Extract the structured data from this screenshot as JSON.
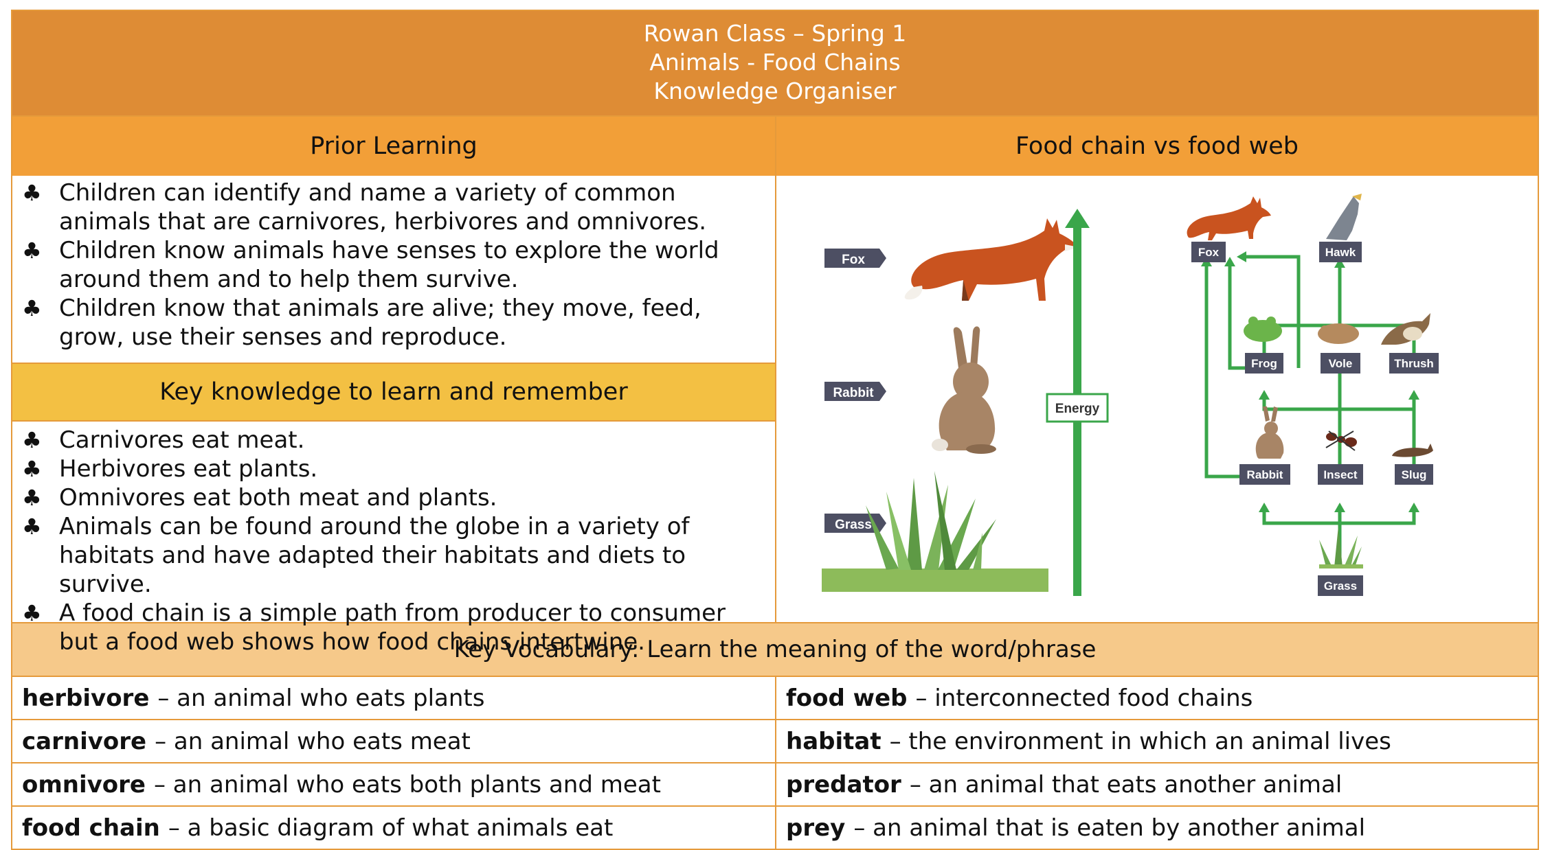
{
  "header": {
    "line1": "Rowan Class – Spring 1",
    "line2": "Animals - Food Chains",
    "line3": "Knowledge Organiser"
  },
  "prior": {
    "title": "Prior Learning",
    "items": [
      " Children can identify and name a variety of common animals that are carnivores, herbivores and omnivores.",
      "Children know animals have senses to explore the world around them and to help them survive.",
      "Children know that animals are alive; they move, feed, grow, use their senses and reproduce."
    ]
  },
  "knowledge": {
    "title": "Key knowledge to learn and remember",
    "items": [
      "Carnivores eat meat.",
      "Herbivores eat plants.",
      "Omnivores eat both meat and plants.",
      "Animals can be found around the globe in a variety of habitats and have adapted their habitats and diets to survive.",
      "A food chain is a simple path from producer to consumer but a food web shows how food chains intertwine."
    ]
  },
  "diagram": {
    "title": "Food chain vs food web",
    "chain_labels": [
      "Fox",
      "Rabbit",
      "Grass"
    ],
    "energy_label": "Energy",
    "web_labels": {
      "fox": "Fox",
      "hawk": "Hawk",
      "frog": "Frog",
      "vole": "Vole",
      "thrush": "Thrush",
      "rabbit": "Rabbit",
      "insect": "Insect",
      "slug": "Slug",
      "grass": "Grass"
    }
  },
  "vocab": {
    "title": "Key Vocabulary: Learn the meaning of the word/phrase",
    "rows": [
      {
        "left_term": "herbivore",
        "left_def": "– an animal who eats plants",
        "right_term": "food web",
        "right_def": "– interconnected food chains"
      },
      {
        "left_term": "carnivore",
        "left_def": "– an animal who eats meat",
        "right_term": "habitat",
        "right_def": "– the environment in which an animal lives"
      },
      {
        "left_term": "omnivore",
        "left_def": "– an animal who eats both plants and meat",
        "right_term": "predator",
        "right_def": "– an animal that eats another animal"
      },
      {
        "left_term": "food chain",
        "left_def": "– a basic diagram of what animals eat",
        "right_term": "prey",
        "right_def": "– an animal that is eaten by another animal"
      }
    ]
  },
  "colors": {
    "header": "#de8c35",
    "band_orange": "#f29f38",
    "band_yellow": "#f3c043",
    "band_peach": "#f6c98a",
    "arrow_green": "#3aa64a",
    "label_box": "#4d4f63"
  }
}
